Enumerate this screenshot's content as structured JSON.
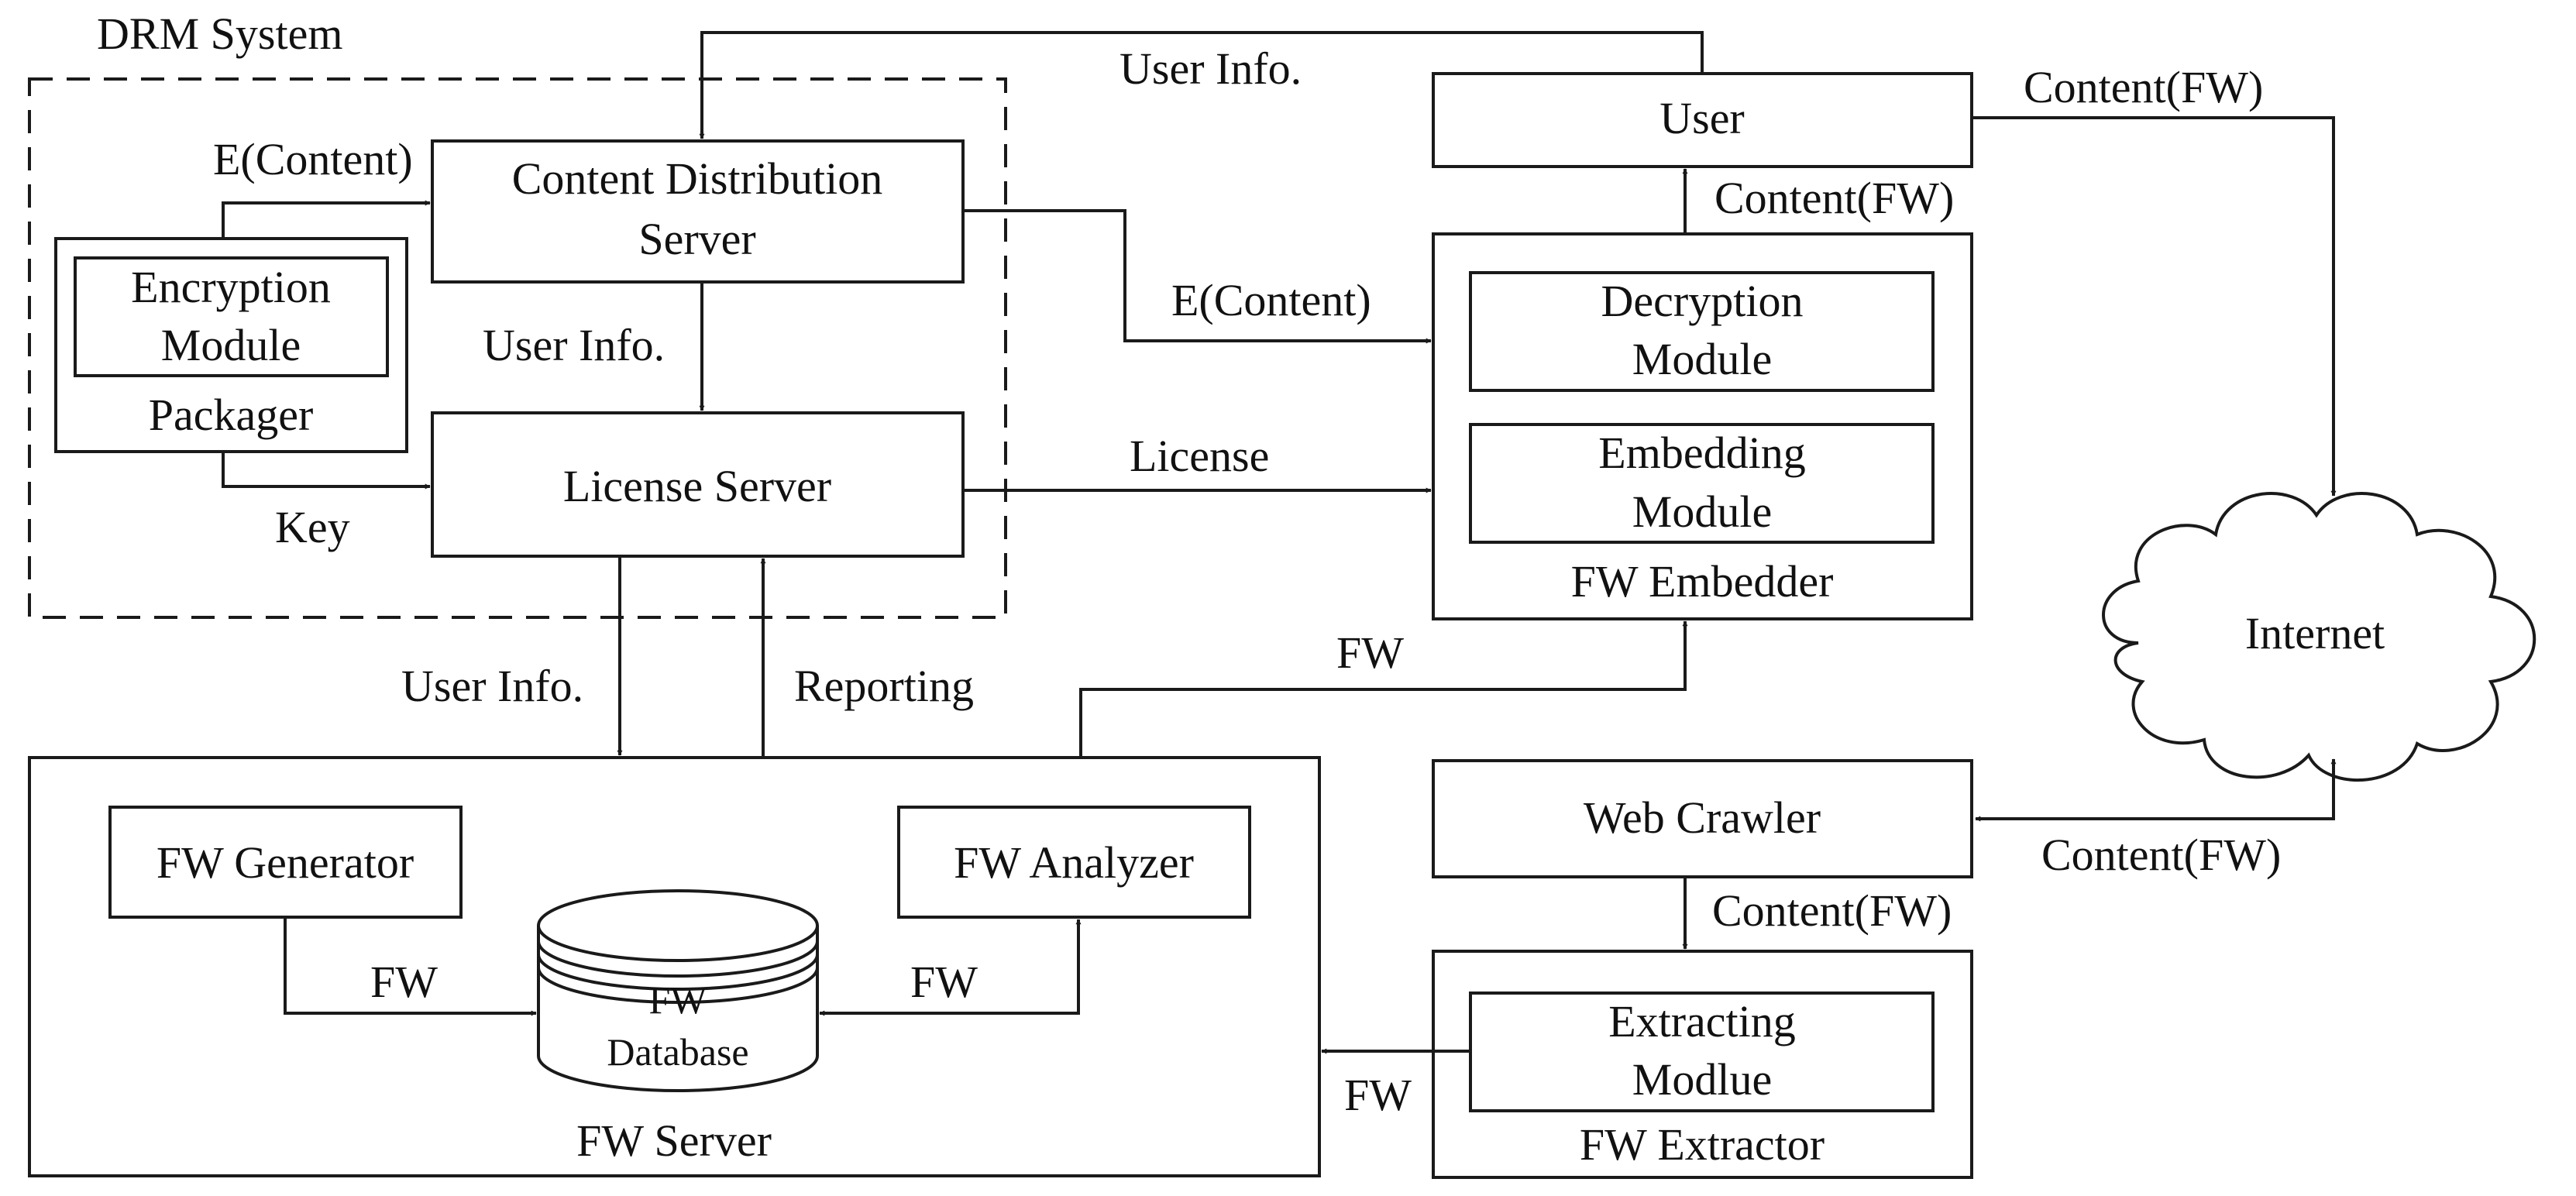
{
  "drm_system": {
    "title": "DRM System",
    "content_distribution_server": [
      "Content Distribution",
      "Server"
    ],
    "encryption_module": [
      "Encryption",
      "Module"
    ],
    "packager": "Packager",
    "license_server": "License Server"
  },
  "user": "User",
  "fw_embedder": {
    "title": "FW Embedder",
    "decryption_module": [
      "Decryption",
      "Module"
    ],
    "embedding_module": [
      "Embedding",
      "Module"
    ]
  },
  "internet": "Internet",
  "web_crawler": "Web Crawler",
  "fw_extractor": {
    "title": "FW Extractor",
    "extracting_module": [
      "Extracting",
      "Modlue"
    ]
  },
  "fw_server": {
    "title": "FW Server",
    "fw_generator": "FW Generator",
    "fw_analyzer": "FW Analyzer",
    "fw_database": [
      "FW",
      "Database"
    ]
  },
  "edge_labels": {
    "e_content_packager": "E(Content)",
    "key": "Key",
    "user_info_cds_to_license": "User Info.",
    "user_info_top": "User Info.",
    "e_content_to_embedder": "E(Content)",
    "license": "License",
    "content_fw_embedder_to_user": "Content(FW)",
    "content_fw_user_to_internet": "Content(FW)",
    "user_info_license_to_fw": "User Info.",
    "reporting": "Reporting",
    "fw_to_embedder": "FW",
    "content_fw_internet_crawler": "Content(FW)",
    "content_fw_crawler_to_extractor": "Content(FW)",
    "fw_extractor_to_server": "FW",
    "fw_generator_to_db": "FW",
    "fw_db_analyzer": "FW"
  }
}
